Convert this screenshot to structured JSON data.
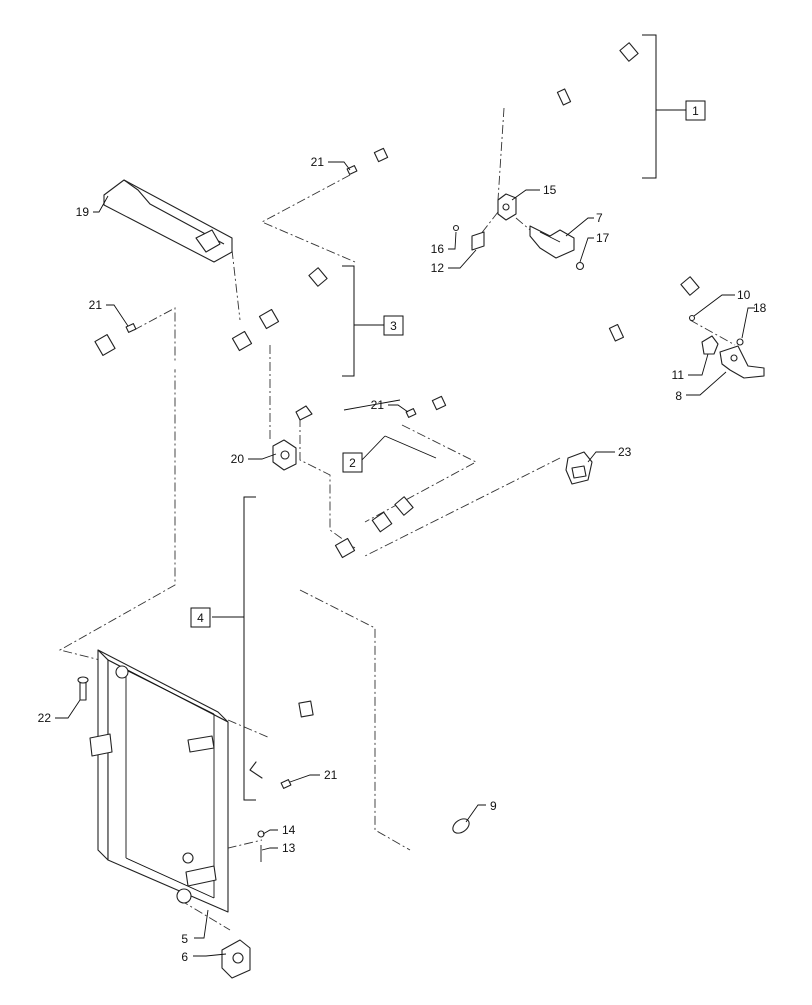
{
  "diagram": {
    "callouts": [
      {
        "id": "c1",
        "label": "1",
        "boxed": true
      },
      {
        "id": "c2",
        "label": "2",
        "boxed": true
      },
      {
        "id": "c3",
        "label": "3",
        "boxed": true
      },
      {
        "id": "c4",
        "label": "4",
        "boxed": true
      },
      {
        "id": "c5",
        "label": "5",
        "boxed": false
      },
      {
        "id": "c6",
        "label": "6",
        "boxed": false
      },
      {
        "id": "c7",
        "label": "7",
        "boxed": false
      },
      {
        "id": "c8",
        "label": "8",
        "boxed": false
      },
      {
        "id": "c9",
        "label": "9",
        "boxed": false
      },
      {
        "id": "c10",
        "label": "10",
        "boxed": false
      },
      {
        "id": "c11",
        "label": "11",
        "boxed": false
      },
      {
        "id": "c12",
        "label": "12",
        "boxed": false
      },
      {
        "id": "c13",
        "label": "13",
        "boxed": false
      },
      {
        "id": "c14",
        "label": "14",
        "boxed": false
      },
      {
        "id": "c15",
        "label": "15",
        "boxed": false
      },
      {
        "id": "c16",
        "label": "16",
        "boxed": false
      },
      {
        "id": "c17",
        "label": "17",
        "boxed": false
      },
      {
        "id": "c18",
        "label": "18",
        "boxed": false
      },
      {
        "id": "c19",
        "label": "19",
        "boxed": false
      },
      {
        "id": "c20",
        "label": "20",
        "boxed": false
      },
      {
        "id": "c21a",
        "label": "21",
        "boxed": false
      },
      {
        "id": "c21b",
        "label": "21",
        "boxed": false
      },
      {
        "id": "c21c",
        "label": "21",
        "boxed": false
      },
      {
        "id": "c21d",
        "label": "21",
        "boxed": false
      },
      {
        "id": "c22",
        "label": "22",
        "boxed": false
      },
      {
        "id": "c23",
        "label": "23",
        "boxed": false
      }
    ]
  }
}
